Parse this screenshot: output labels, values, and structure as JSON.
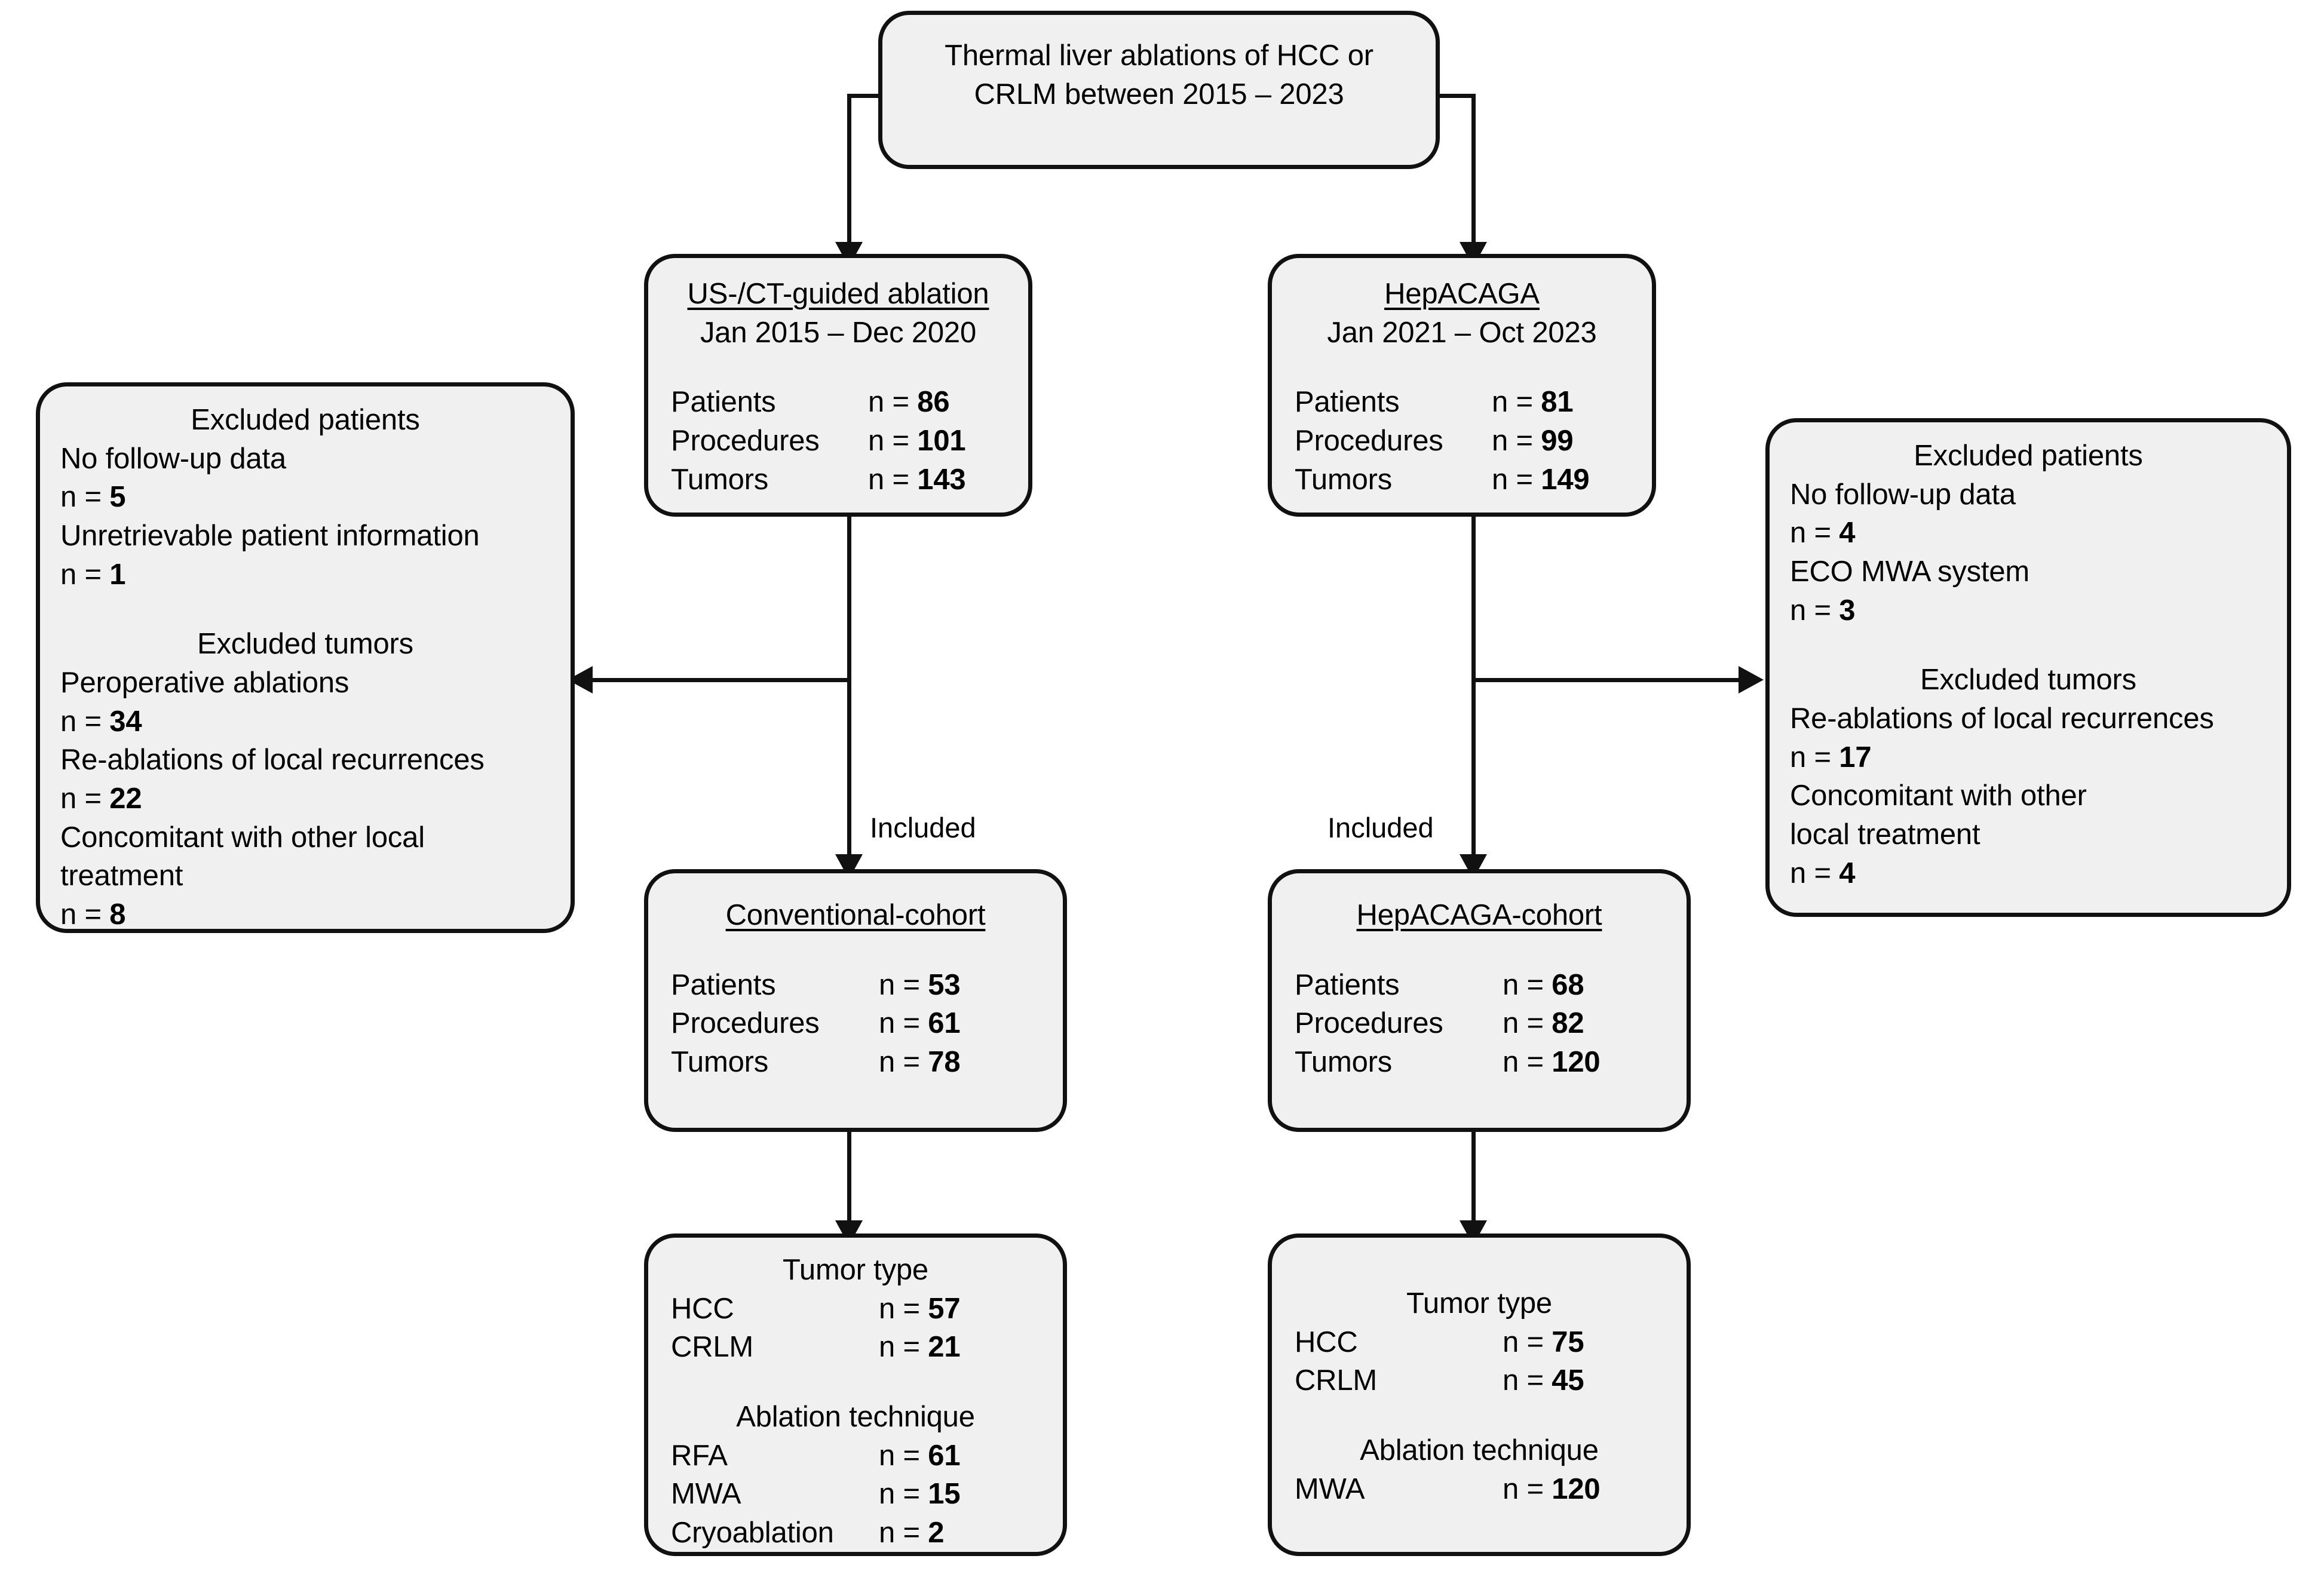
{
  "figure": {
    "type": "flowchart",
    "kind": "patient-selection-flow-diagram"
  },
  "nodes": {
    "source": {
      "line1": "Thermal liver ablations of HCC or",
      "line2": "CRLM between 2015 – 2023"
    },
    "conventional_group": {
      "title": "US-/CT-guided ablation",
      "period": "Jan 2015 – Dec 2020",
      "rows": [
        {
          "label": "Patients",
          "value": "n = 86"
        },
        {
          "label": "Procedures",
          "value": "n = 101"
        },
        {
          "label": "Tumors",
          "value": "n = 143"
        }
      ]
    },
    "hepacaga_group": {
      "title": "HepACAGA",
      "period": "Jan 2021 – Oct 2023",
      "rows": [
        {
          "label": "Patients",
          "value": "n = 81"
        },
        {
          "label": "Procedures",
          "value": "n = 99"
        },
        {
          "label": "Tumors",
          "value": "n = 149"
        }
      ]
    },
    "excluded_left": {
      "patients_heading": "Excluded patients",
      "patients_items": [
        {
          "reason": "No follow-up data",
          "value": "n = 5"
        },
        {
          "reason": "Unretrievable patient information",
          "value": "n = 1"
        }
      ],
      "tumors_heading": "Excluded tumors",
      "tumors_items": [
        {
          "reason": "Peroperative ablations",
          "value": "n = 34"
        },
        {
          "reason": "Re-ablations of local recurrences",
          "value": "n = 22"
        },
        {
          "reason": "Concomitant with other local treatment",
          "value": "n = 8"
        }
      ]
    },
    "excluded_right": {
      "patients_heading": "Excluded patients",
      "patients_items": [
        {
          "reason": "No follow-up data",
          "value": "n = 4"
        },
        {
          "reason": "ECO MWA system",
          "value": "n = 3"
        }
      ],
      "tumors_heading": "Excluded tumors",
      "tumors_items": [
        {
          "reason": "Re-ablations of local recurrences",
          "value": "n = 17"
        },
        {
          "reason": "Concomitant with other local treatment",
          "value": "n = 4"
        }
      ]
    },
    "conventional_cohort": {
      "title": "Conventional-cohort",
      "rows": [
        {
          "label": "Patients",
          "value": "n = 53"
        },
        {
          "label": "Procedures",
          "value": "n = 61"
        },
        {
          "label": "Tumors",
          "value": "n = 78"
        }
      ]
    },
    "hepacaga_cohort": {
      "title": "HepACAGA-cohort",
      "rows": [
        {
          "label": "Patients",
          "value": "n = 68"
        },
        {
          "label": "Procedures",
          "value": "n = 82"
        },
        {
          "label": "Tumors",
          "value": "n = 120"
        }
      ]
    },
    "detail_left": {
      "tumor_type_heading": "Tumor type",
      "tumor_type_rows": [
        {
          "label": "HCC",
          "value": "n = 57"
        },
        {
          "label": "CRLM",
          "value": "n = 21"
        }
      ],
      "technique_heading": "Ablation technique",
      "technique_rows": [
        {
          "label": "RFA",
          "value": "n = 61"
        },
        {
          "label": "MWA",
          "value": "n = 15"
        },
        {
          "label": "Cryoablation",
          "value": "n = 2"
        }
      ]
    },
    "detail_right": {
      "tumor_type_heading": "Tumor type",
      "tumor_type_rows": [
        {
          "label": "HCC",
          "value": "n = 75"
        },
        {
          "label": "CRLM",
          "value": "n = 45"
        }
      ],
      "technique_heading": "Ablation technique",
      "technique_rows": [
        {
          "label": "MWA",
          "value": "n = 120"
        }
      ]
    }
  },
  "edges": {
    "included_left_label": "Included",
    "included_right_label": "Included"
  },
  "colors": {
    "box_fill": "#f0f0f0",
    "stroke": "#111111",
    "text": "#000000",
    "page_background": "#ffffff"
  }
}
